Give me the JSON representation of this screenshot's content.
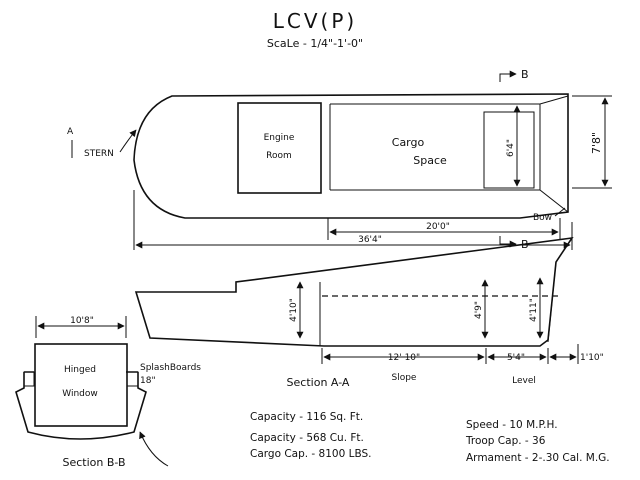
{
  "title": "LCV(P)",
  "scale": "ScaLe - 1/4\"-1'-0\"",
  "plan_view": {
    "section_mark_a": "A",
    "stern_label": "STERN",
    "section_mark_b_top": "B",
    "section_mark_b_bottom": "B",
    "engine_room": [
      "Engine",
      "Room"
    ],
    "cargo_space": [
      "Cargo",
      "Space"
    ],
    "bow_label": "Bow",
    "dim_cargo_width": "6'4\"",
    "dim_beam": "7'8\"",
    "dim_cargo_length": "20'0\"",
    "dim_overall_length": "36'4\""
  },
  "section_aa": {
    "label": "Section A-A",
    "dim_depth_stern": "4'10\"",
    "dim_depth_mid": "4'9\"",
    "dim_depth_fwd": "4'11\"",
    "dim_slope": "12' 10\"",
    "dim_level": "5'4\"",
    "dim_bow": "1'10\"",
    "slope_label": "Slope",
    "level_label": "Level"
  },
  "section_bb": {
    "label": "Section B-B",
    "dim_width": "10'8\"",
    "hinged_window": [
      "Hinged",
      "Window"
    ],
    "splashboards_label": "SplashBoards",
    "dim_splashboard": "18\""
  },
  "specs": {
    "capacity_area": "Capacity - 116 Sq. Ft.",
    "capacity_volume": "Capacity - 568 Cu. Ft.",
    "cargo_capacity": "Cargo Cap. - 8100 LBS.",
    "speed": "Speed - 10 M.P.H.",
    "troop_capacity": "Troop Cap. - 36",
    "armament": "Armament - 2-.30 Cal. M.G."
  }
}
